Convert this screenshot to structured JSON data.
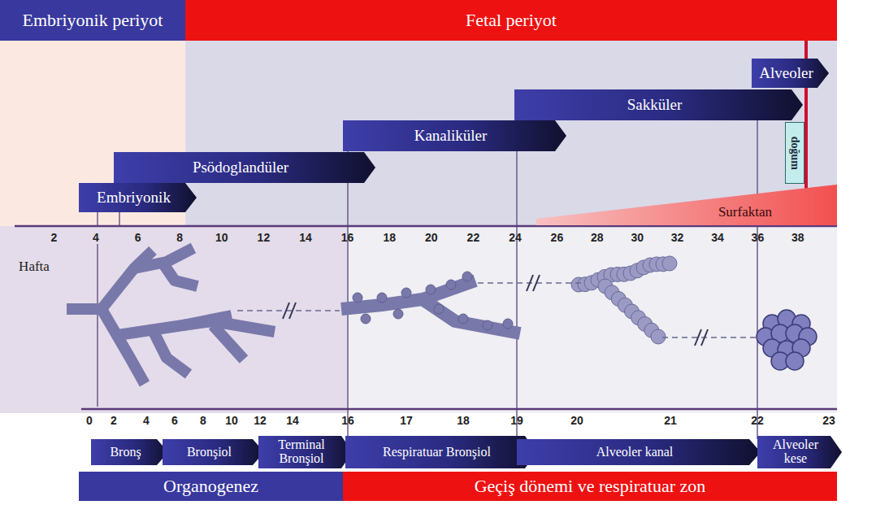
{
  "diagram": {
    "nodes": [
      {
        "text": [
          "Embriyonik periyot"
        ]
      },
      {
        "text": [
          "Fetal periyot"
        ]
      },
      {
        "text": [
          "Alveoler"
        ]
      },
      {
        "text": [
          "Sakküler"
        ]
      },
      {
        "text": [
          "doğum"
        ]
      },
      {
        "text": [
          "Kanaliküler"
        ]
      },
      {
        "text": [
          "Psödoglandüler"
        ]
      },
      {
        "text": [
          "Embriyonik"
        ]
      },
      {
        "text": [
          "Surfaktan"
        ]
      },
      {
        "text": [
          "Bronş"
        ]
      },
      {
        "text": [
          "Bronşiol"
        ]
      },
      {
        "text": [
          "Terminal Bronşiol"
        ]
      },
      {
        "text": [
          "Respiratuar Bronşiol"
        ]
      },
      {
        "text": [
          "Alveoler kanal"
        ]
      },
      {
        "text": [
          "Alveoler kese"
        ]
      },
      {
        "text": [
          "Organogenez"
        ]
      },
      {
        "text": [
          "Geçiş dönemi ve respiratuar zon"
        ]
      }
    ],
    "labels": [
      "2",
      "4",
      "6",
      "8",
      "10",
      "12",
      "14",
      "16",
      "18",
      "20",
      "22",
      "24",
      "26",
      "28",
      "30",
      "32",
      "34",
      "36",
      "38",
      "Hafta",
      "0",
      "2",
      "4",
      "6",
      "8",
      "10",
      "12",
      "14",
      "16",
      "17",
      "18",
      "19",
      "20",
      "21",
      "22",
      "23"
    ]
  }
}
